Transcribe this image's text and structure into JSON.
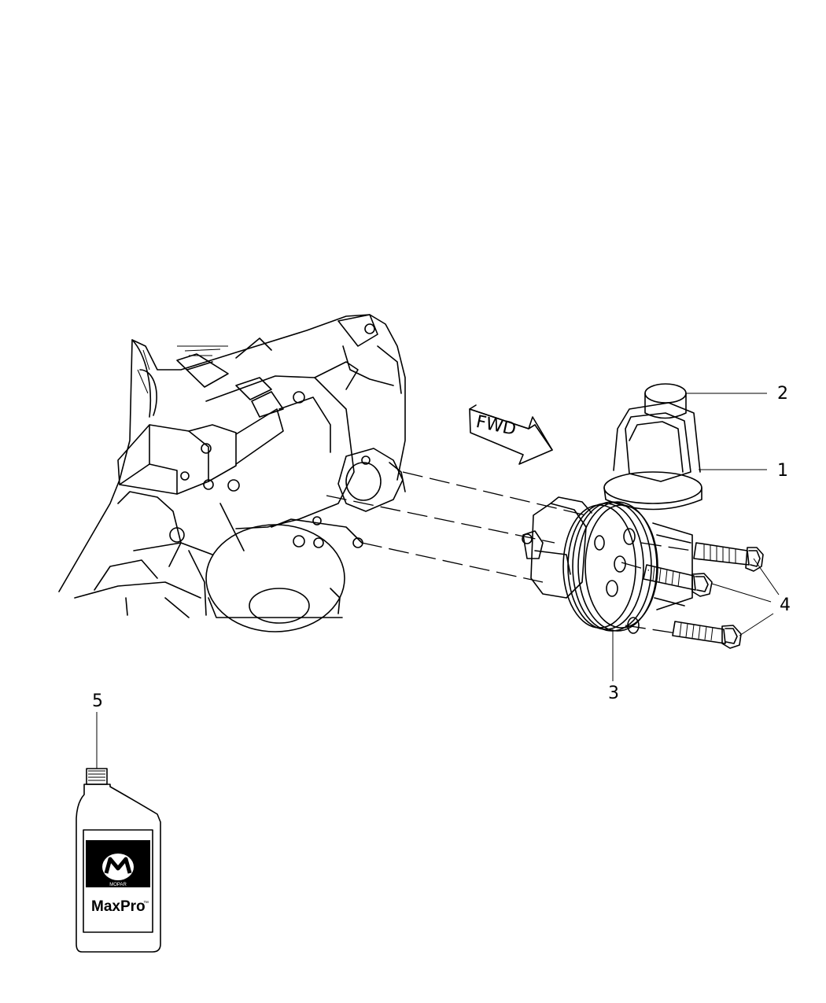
{
  "diagram": {
    "direction_label": "FWD",
    "callouts": [
      {
        "id": "1",
        "label": "1"
      },
      {
        "id": "2",
        "label": "2"
      },
      {
        "id": "3",
        "label": "3"
      },
      {
        "id": "4",
        "label": "4"
      },
      {
        "id": "5",
        "label": "5"
      }
    ],
    "bottle": {
      "brand": "MOPAR",
      "product": "MaxPro",
      "trademark": "™"
    }
  }
}
